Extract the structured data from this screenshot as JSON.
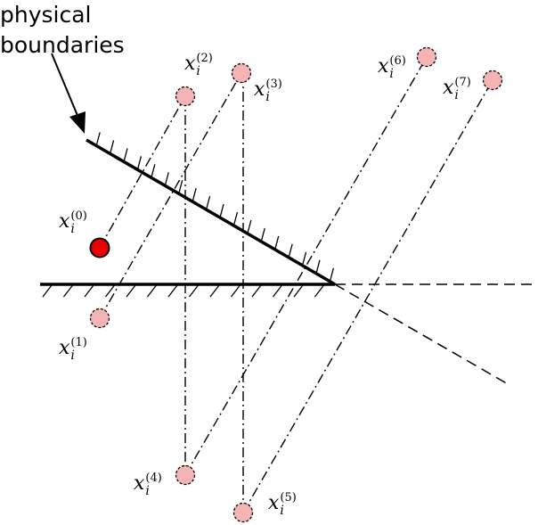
{
  "annotation": {
    "line1": "physical",
    "line2": "boundaries"
  },
  "points": [
    {
      "base": "x",
      "sub": "i",
      "sup": "(0)"
    },
    {
      "base": "x",
      "sub": "i",
      "sup": "(1)"
    },
    {
      "base": "x",
      "sub": "i",
      "sup": "(2)"
    },
    {
      "base": "x",
      "sub": "i",
      "sup": "(3)"
    },
    {
      "base": "x",
      "sub": "i",
      "sup": "(4)"
    },
    {
      "base": "x",
      "sub": "i",
      "sup": "(5)"
    },
    {
      "base": "x",
      "sub": "i",
      "sup": "(6)"
    },
    {
      "base": "x",
      "sub": "i",
      "sup": "(7)"
    }
  ],
  "colors": {
    "source_point": "#ee0000",
    "image_point": "#f4b4b4",
    "line": "#000000"
  }
}
